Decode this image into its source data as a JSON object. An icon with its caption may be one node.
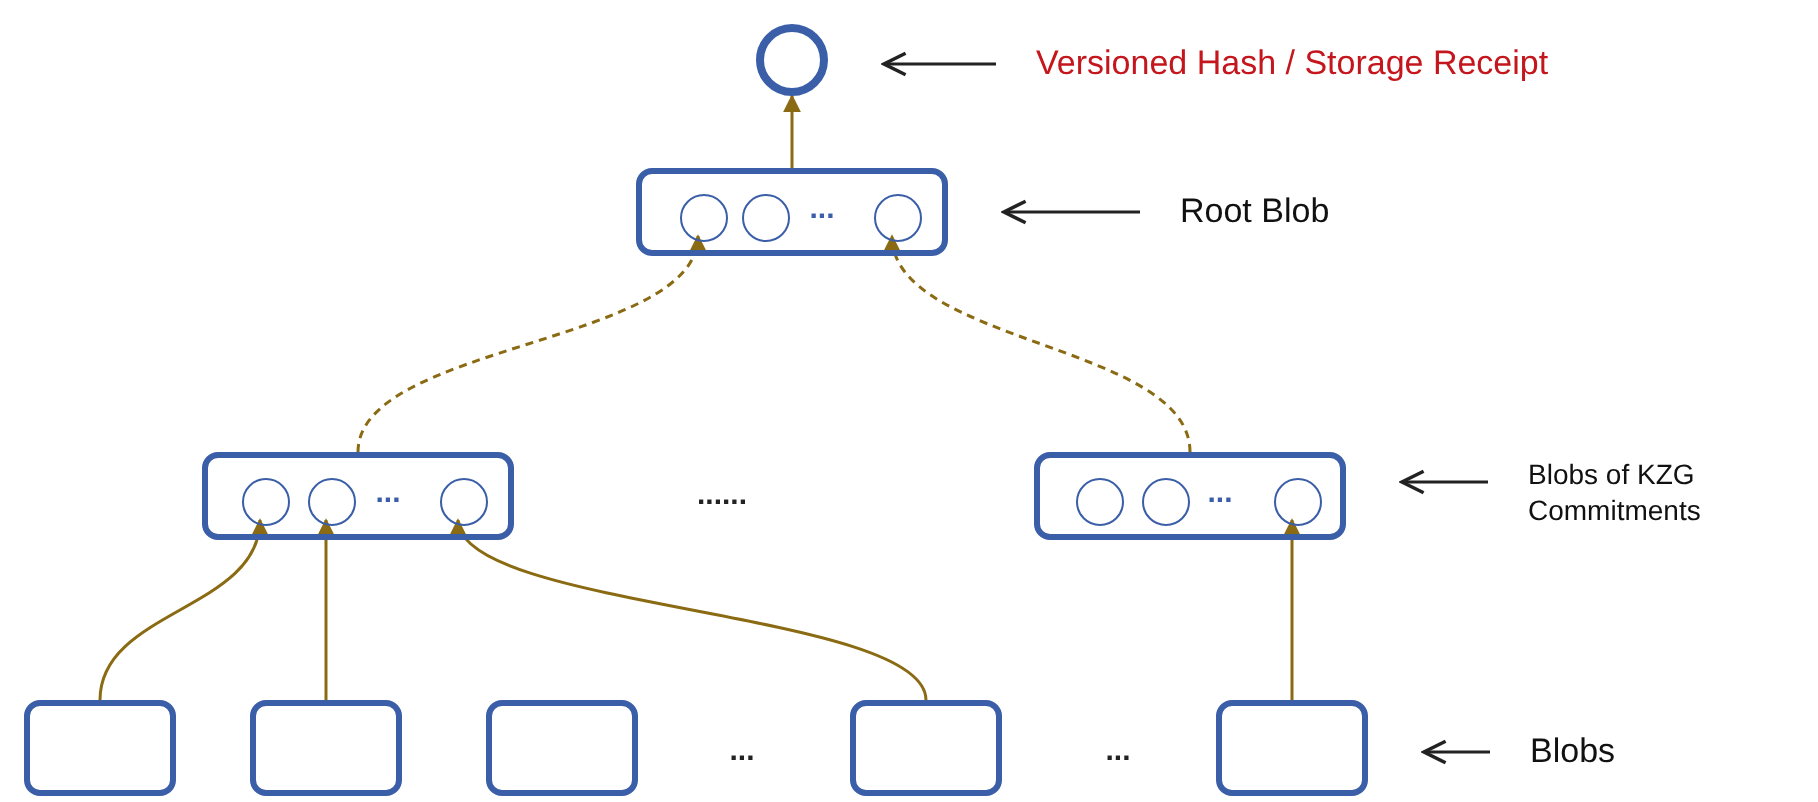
{
  "diagram": {
    "nodes": [
      {
        "text": [],
        "shape": "circle"
      },
      {
        "text": [
          "Versioned Hash / Storage Receipt"
        ]
      },
      {
        "text": [
          "..."
        ]
      },
      {
        "text": [],
        "shape": "circle",
        "in": 2
      },
      {
        "text": [],
        "shape": "circle",
        "in": 2
      },
      {
        "text": [],
        "shape": "circle",
        "in": 2
      },
      {
        "text": [
          "Root Blob"
        ]
      },
      {
        "text": [
          "..."
        ]
      },
      {
        "text": [],
        "shape": "circle",
        "in": 7
      },
      {
        "text": [],
        "shape": "circle",
        "in": 7
      },
      {
        "text": [],
        "shape": "circle",
        "in": 7
      },
      {
        "text": [
          "..."
        ]
      },
      {
        "text": [],
        "shape": "circle",
        "in": 11
      },
      {
        "text": [],
        "shape": "circle",
        "in": 11
      },
      {
        "text": [],
        "shape": "circle",
        "in": 11
      },
      {
        "text": [
          "Blobs of KZG Commitments"
        ]
      },
      {
        "text": [],
        "shape": "box"
      },
      {
        "text": [],
        "shape": "box"
      },
      {
        "text": [],
        "shape": "box"
      },
      {
        "text": [],
        "shape": "box"
      },
      {
        "text": [],
        "shape": "box"
      },
      {
        "text": [
          "Blobs"
        ]
      }
    ],
    "edges": [
      {
        "from": 2,
        "to": 0,
        "arrow": "to"
      },
      {
        "from": 1,
        "to": 0,
        "arrow": "to",
        "color": "#222222"
      },
      {
        "from": 7,
        "to": 3,
        "arrow": "to",
        "style": "dashed"
      },
      {
        "from": 11,
        "to": 5,
        "arrow": "to",
        "style": "dashed"
      },
      {
        "from": 6,
        "to": 2,
        "arrow": "to",
        "color": "#222222"
      },
      {
        "from": 16,
        "to": 8,
        "arrow": "to"
      },
      {
        "from": 17,
        "to": 9,
        "arrow": "to"
      },
      {
        "from": 19,
        "to": 10,
        "arrow": "to"
      },
      {
        "from": 20,
        "to": 14,
        "arrow": "to"
      },
      {
        "from": 15,
        "to": 11,
        "arrow": "to",
        "color": "#222222"
      },
      {
        "from": 21,
        "to": 20,
        "arrow": "to",
        "color": "#222222"
      }
    ],
    "labels": [
      "......",
      "...",
      "..."
    ]
  }
}
